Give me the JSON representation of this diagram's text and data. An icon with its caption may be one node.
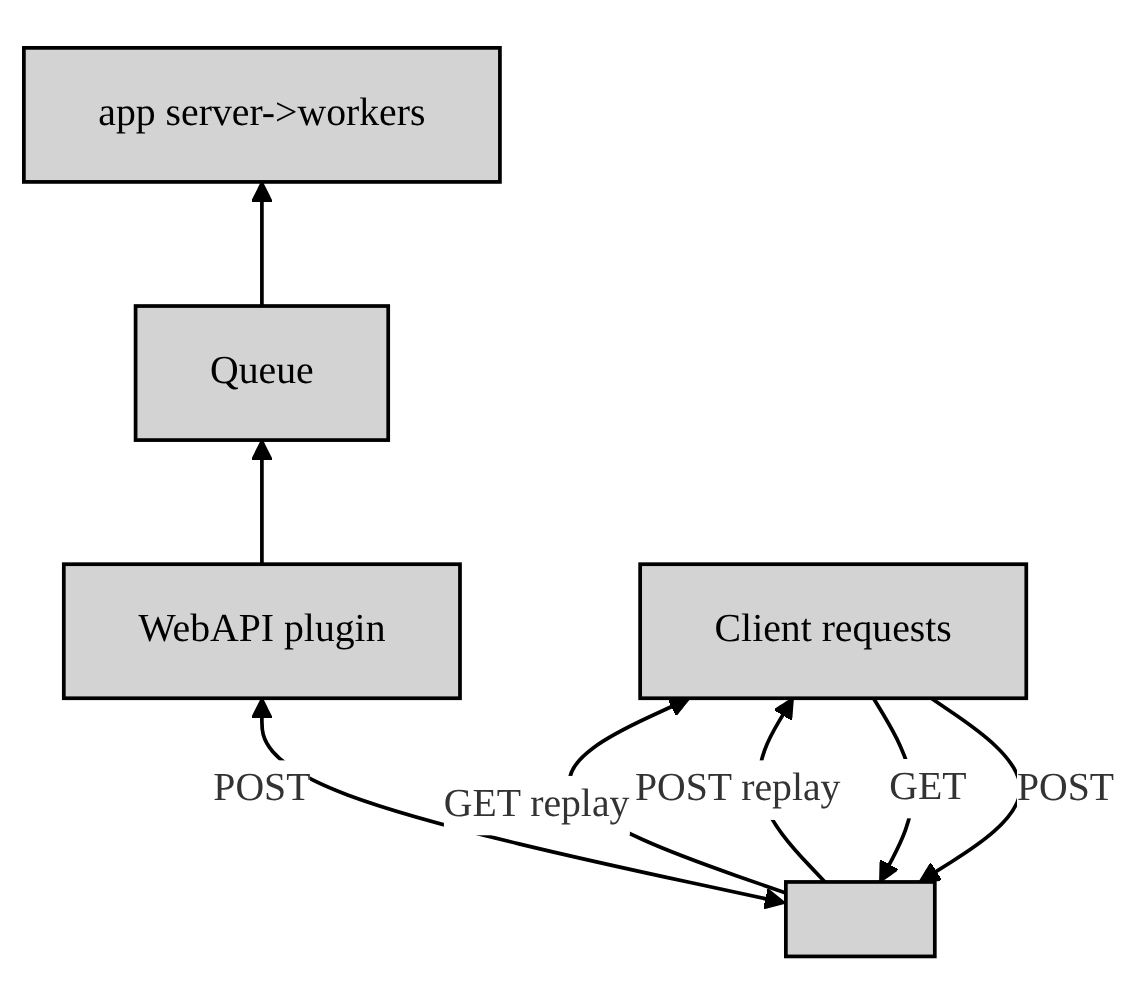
{
  "diagram": {
    "nodes": [
      {
        "text": [
          "app server->workers"
        ]
      },
      {
        "text": [
          "Queue"
        ]
      },
      {
        "text": [
          "WebAPI plugin"
        ]
      },
      {
        "text": [],
        "shape": "box"
      },
      {
        "text": [
          "Client requests"
        ]
      }
    ],
    "edges": [
      {
        "from": 1,
        "to": 0,
        "arrow": "to"
      },
      {
        "from": 2,
        "to": 1,
        "arrow": "to"
      },
      {
        "from": 3,
        "to": 2,
        "arrow": "both",
        "label": "POST"
      },
      {
        "from": 3,
        "to": 4,
        "arrow": "to",
        "label": "GET replay"
      },
      {
        "from": 4,
        "to": 3,
        "arrow": "to",
        "label": "GET"
      },
      {
        "from": 4,
        "to": 3,
        "arrow": "to",
        "label": "POST"
      },
      {
        "from": 3,
        "to": 4,
        "arrow": "to",
        "label": "POST replay"
      }
    ]
  }
}
